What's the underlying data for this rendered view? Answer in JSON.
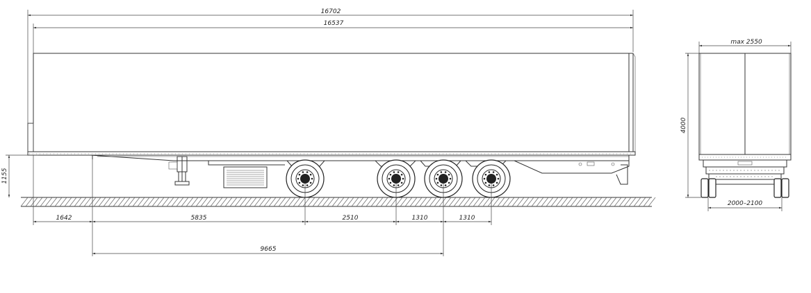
{
  "dimensions": {
    "overall_length": "16702",
    "body_length": "16537",
    "coupling_height": "1155",
    "front_overhang": "1642",
    "kingpin_to_axle1": "5835",
    "axle1_to_axle2": "2510",
    "axle2_to_axle3": "1310",
    "axle3_to_axle4": "1310",
    "kingpin_to_axle3": "9665",
    "max_width": "max 2550",
    "height": "4000",
    "track_width": "2000–2100"
  }
}
